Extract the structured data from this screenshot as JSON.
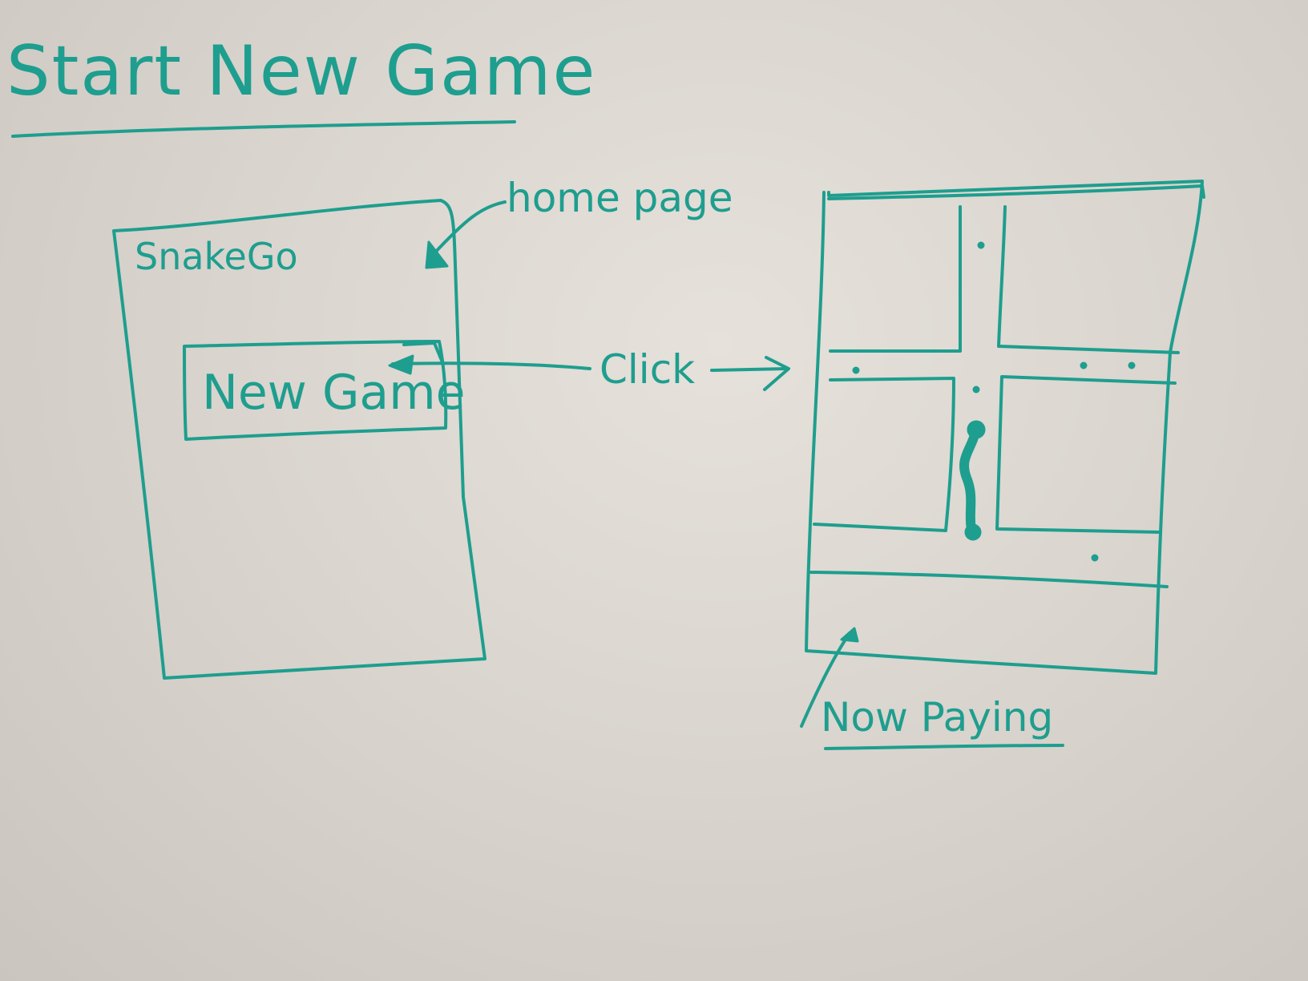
{
  "diagram": {
    "title": "Start New Game",
    "home_mockup": {
      "app_name": "SnakeGo",
      "button_label": "New Game"
    },
    "annotations": {
      "home_page": "home page",
      "click": "Click",
      "now_playing": "Now Paying"
    },
    "colors": {
      "marker": "#1e9e8e",
      "board": "#dcd7d1"
    }
  }
}
